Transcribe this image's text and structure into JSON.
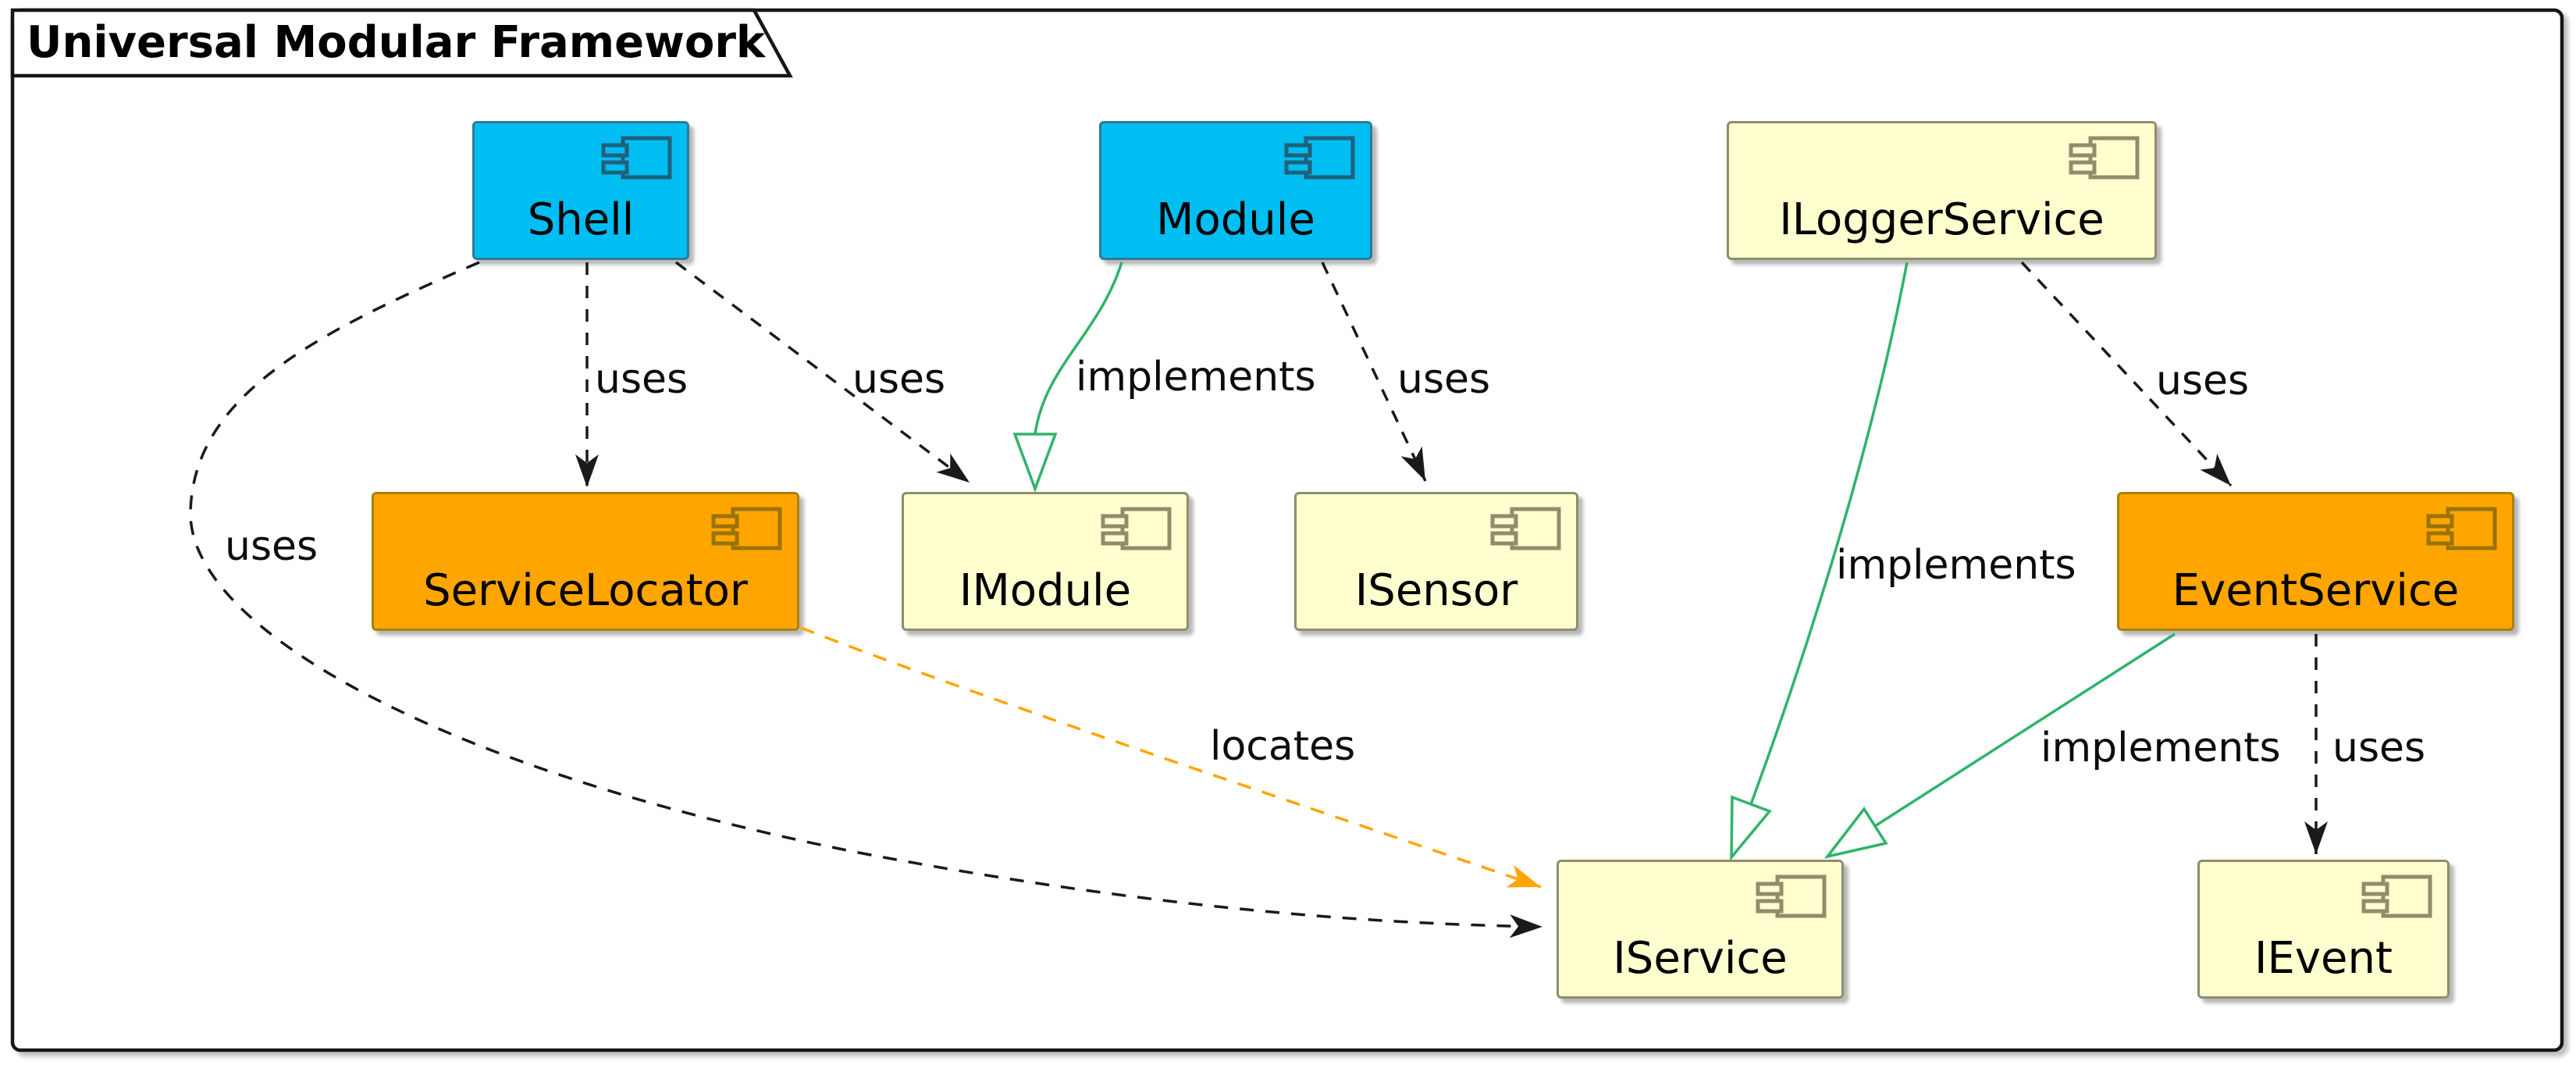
{
  "diagram": {
    "title": "Universal Modular Framework",
    "kind": "UML component diagram"
  },
  "components": {
    "shell": {
      "label": "Shell"
    },
    "module": {
      "label": "Module"
    },
    "iloggerservice": {
      "label": "ILoggerService"
    },
    "servicelocator": {
      "label": "ServiceLocator"
    },
    "imodule": {
      "label": "IModule"
    },
    "isensor": {
      "label": "ISensor"
    },
    "eventservice": {
      "label": "EventService"
    },
    "iservice": {
      "label": "IService"
    },
    "ievent": {
      "label": "IEvent"
    }
  },
  "edges": {
    "shell_servicelocator": {
      "from": "Shell",
      "to": "ServiceLocator",
      "label": "uses",
      "style": "dashed",
      "color": "#1A1A1A"
    },
    "shell_imodule": {
      "from": "Shell",
      "to": "IModule",
      "label": "uses",
      "style": "dashed",
      "color": "#1A1A1A"
    },
    "shell_iservice": {
      "from": "Shell",
      "to": "IService",
      "label": "uses",
      "style": "dashed",
      "color": "#1A1A1A"
    },
    "module_imodule": {
      "from": "Module",
      "to": "IModule",
      "label": "implements",
      "style": "solid-hollow-triangle",
      "color": "#2FB36B"
    },
    "module_isensor": {
      "from": "Module",
      "to": "ISensor",
      "label": "uses",
      "style": "dashed",
      "color": "#1A1A1A"
    },
    "iloggerservice_eventservice": {
      "from": "ILoggerService",
      "to": "EventService",
      "label": "uses",
      "style": "dashed",
      "color": "#1A1A1A"
    },
    "iloggerservice_iservice": {
      "from": "ILoggerService",
      "to": "IService",
      "label": "implements",
      "style": "solid-hollow-triangle",
      "color": "#2FB36B"
    },
    "servicelocator_iservice": {
      "from": "ServiceLocator",
      "to": "IService",
      "label": "locates",
      "style": "dashed",
      "color": "#FFA500"
    },
    "eventservice_iservice": {
      "from": "EventService",
      "to": "IService",
      "label": "implements",
      "style": "solid-hollow-triangle",
      "color": "#2FB36B"
    },
    "eventservice_ievent": {
      "from": "EventService",
      "to": "IEvent",
      "label": "uses",
      "style": "dashed",
      "color": "#1A1A1A"
    }
  },
  "colors": {
    "component_blue_fill": "#00BDF2",
    "component_blue_border": "#2E7C97",
    "component_orange_fill": "#FFA500",
    "component_orange_border": "#A8820E",
    "component_cream_fill": "#FEFECE",
    "component_cream_border": "#908D6C",
    "implements_green": "#2FB36B",
    "locates_orange": "#FFA500",
    "uses_black": "#1A1A1A",
    "frame_border": "#141414"
  },
  "icons": {
    "component_icon": "uml-component-icon"
  }
}
